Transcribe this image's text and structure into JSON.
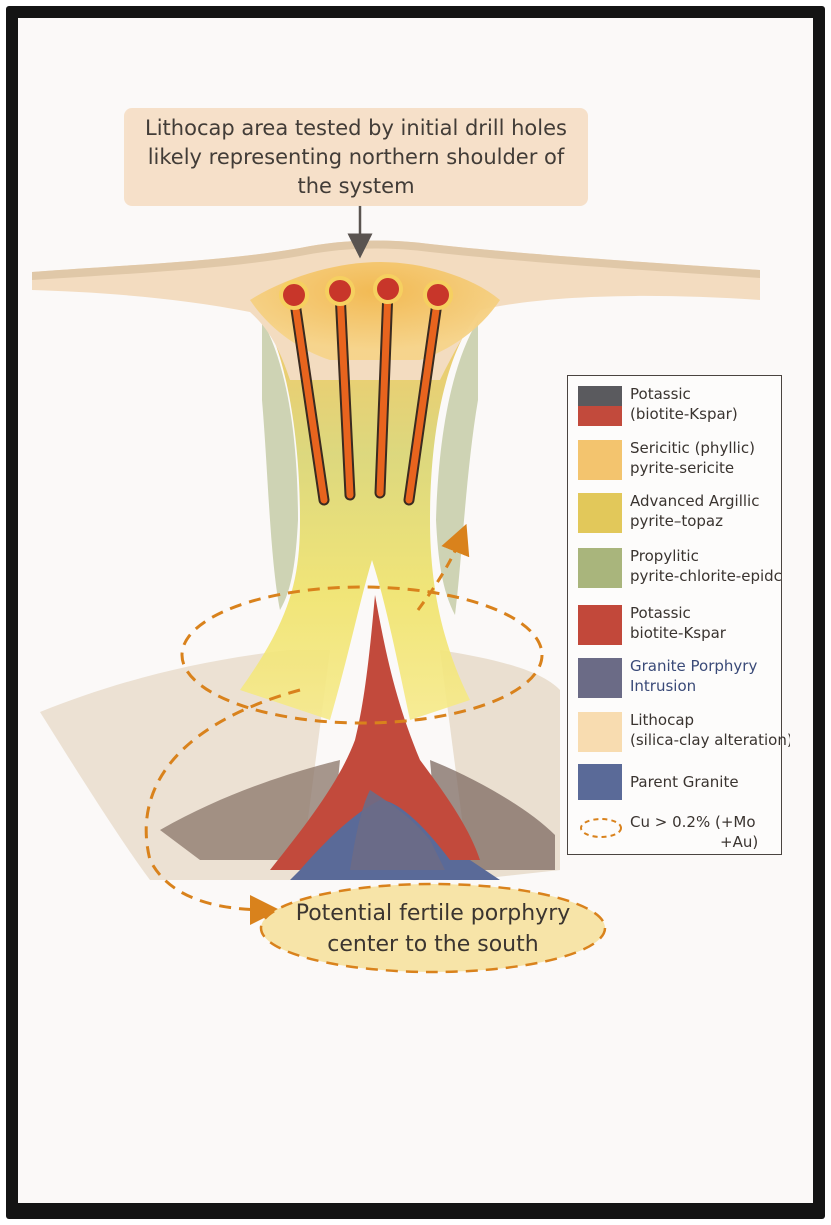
{
  "callout": {
    "line1": "Lithocap area tested by initial drill holes",
    "line2": "likely representing northern shoulder of",
    "line3": "the system"
  },
  "bottom_label": {
    "line1": "Potential fertile porphyry",
    "line2": "center to the south"
  },
  "legend": [
    {
      "line1": "Potassic",
      "line2": "(biotite-Kspar)",
      "colors": [
        "#5a5a5e",
        "#c24a3c"
      ]
    },
    {
      "line1": "Sericitic (phyllic)",
      "line2": "pyrite-sericite",
      "colors": [
        "#f3c46e"
      ]
    },
    {
      "line1": "Advanced Argillic",
      "line2": "pyrite–topaz",
      "colors": [
        "#e2c85a"
      ]
    },
    {
      "line1": "Propylitic",
      "line2": "pyrite-chlorite-epidc",
      "colors": [
        "#a9b57c"
      ]
    },
    {
      "line1": "Potassic",
      "line2": "biotite-Kspar",
      "colors": [
        "#c2483a"
      ]
    },
    {
      "line1": "Granite Porphyry",
      "line2": "Intrusion",
      "colors": [
        "#6b6b86"
      ]
    },
    {
      "line1": "Lithocap",
      "line2": "(silica-clay alteration)",
      "colors": [
        "#f8dcb0"
      ]
    },
    {
      "line1": "Parent Granite",
      "line2": "",
      "colors": [
        "#5a6a98"
      ]
    },
    {
      "line1": "Cu > 0.2% (+Mo",
      "line2": "+Au)",
      "colors": [
        "#d9821c"
      ]
    }
  ],
  "colors": {
    "lithocap": "#f3dcc0",
    "sericitic": "#f2bf5e",
    "argillic": "#e9d668",
    "propylitic": "#b8c07c",
    "potassic": "#c24a3c",
    "granite_porphyry": "#6b6b86",
    "parent_granite": "#5a6a98",
    "cu_shell": "#d9821c",
    "drill_hole": "#e8641e"
  }
}
